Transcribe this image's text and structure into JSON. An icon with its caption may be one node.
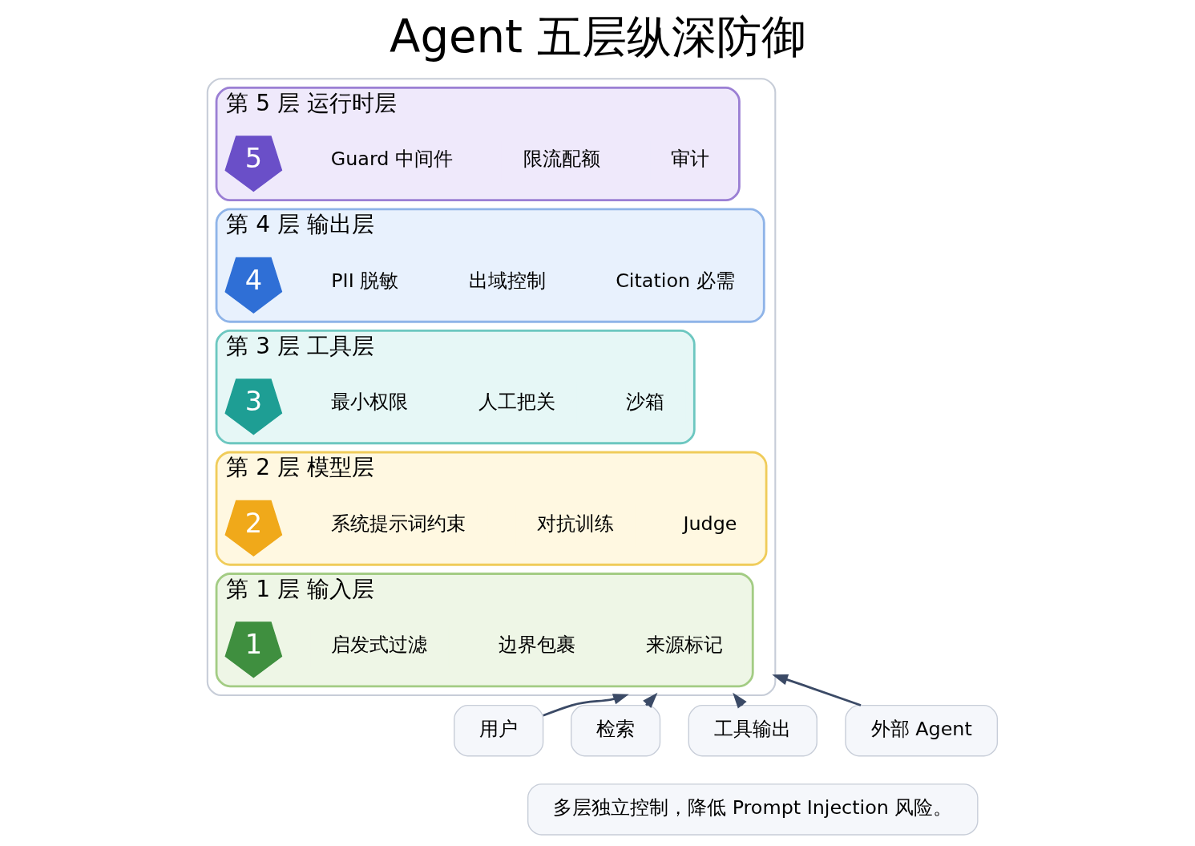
{
  "diagram": {
    "title": "Agent 五层纵深防御",
    "nodes": [
      {
        "text": [],
        "shape": "box"
      },
      {
        "text": [
          "第 5 层 运行时层"
        ],
        "in": 0
      },
      {
        "text": [
          "5"
        ],
        "in": 1
      },
      {
        "text": [
          "Guard 中间件"
        ],
        "in": 1
      },
      {
        "text": [
          "限流配额"
        ],
        "in": 1
      },
      {
        "text": [
          "审计"
        ],
        "in": 1
      },
      {
        "text": [
          "第 4 层 输出层"
        ],
        "in": 0
      },
      {
        "text": [
          "4"
        ],
        "in": 6
      },
      {
        "text": [
          "PII 脱敏"
        ],
        "in": 6
      },
      {
        "text": [
          "出域控制"
        ],
        "in": 6
      },
      {
        "text": [
          "Citation 必需"
        ],
        "in": 6
      },
      {
        "text": [
          "第 3 层 工具层"
        ],
        "in": 0
      },
      {
        "text": [
          "3"
        ],
        "in": 11
      },
      {
        "text": [
          "最小权限"
        ],
        "in": 11
      },
      {
        "text": [
          "人工把关"
        ],
        "in": 11
      },
      {
        "text": [
          "沙箱"
        ],
        "in": 11
      },
      {
        "text": [
          "第 2 层 模型层"
        ],
        "in": 0
      },
      {
        "text": [
          "2"
        ],
        "in": 16
      },
      {
        "text": [
          "系统提示词约束"
        ],
        "in": 16
      },
      {
        "text": [
          "对抗训练"
        ],
        "in": 16
      },
      {
        "text": [
          "Judge"
        ],
        "in": 16
      },
      {
        "text": [
          "第 1 层 输入层"
        ],
        "in": 0
      },
      {
        "text": [
          "1"
        ],
        "in": 21
      },
      {
        "text": [
          "启发式过滤"
        ],
        "in": 21
      },
      {
        "text": [
          "边界包裹"
        ],
        "in": 21
      },
      {
        "text": [
          "来源标记"
        ],
        "in": 21
      },
      {
        "text": [
          "用户"
        ]
      },
      {
        "text": [
          "检索"
        ]
      },
      {
        "text": [
          "工具输出"
        ]
      },
      {
        "text": [
          "外部 Agent"
        ]
      },
      {
        "text": [
          "多层独立控制，降低 Prompt Injection 风险。"
        ]
      }
    ],
    "edges": [
      {
        "from": 26,
        "to": 0,
        "arrow": "to"
      },
      {
        "from": 27,
        "to": 0,
        "arrow": "to"
      },
      {
        "from": 28,
        "to": 0,
        "arrow": "to"
      },
      {
        "from": 29,
        "to": 0,
        "arrow": "to"
      }
    ]
  }
}
